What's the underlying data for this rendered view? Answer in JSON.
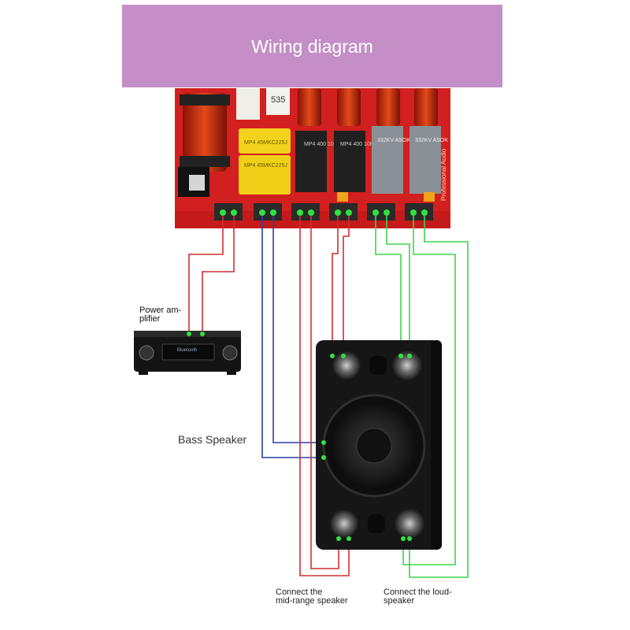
{
  "header": {
    "title": "Wiring diagram"
  },
  "board": {
    "capacitor_labels": [
      "MP4 45MKC225J",
      "MP4 45MKC225J"
    ],
    "resistor_labels": [
      "MP4 400 10R",
      "MP4 400 10R",
      "332KV ASOK",
      "332KV ASOK"
    ],
    "board_text": "Professional Audio",
    "top_marking": "535"
  },
  "amplifier": {
    "label_line1": "Power am-",
    "label_line2": "plifier",
    "display_text": "Bluetooth"
  },
  "speaker": {
    "bass_label": "Bass Speaker"
  },
  "captions": {
    "mid_line1": "Connect the",
    "mid_line2": "mid-range speaker",
    "loud_line1": "Connect the loud-",
    "loud_line2": "speaker"
  },
  "colors": {
    "banner": "#c38fc6",
    "board": "#d21f1f",
    "wire_red": "#d32f2f",
    "wire_blue": "#2b3fa8",
    "wire_green": "#3fd24a",
    "terminal_dot": "#2fe33f"
  }
}
